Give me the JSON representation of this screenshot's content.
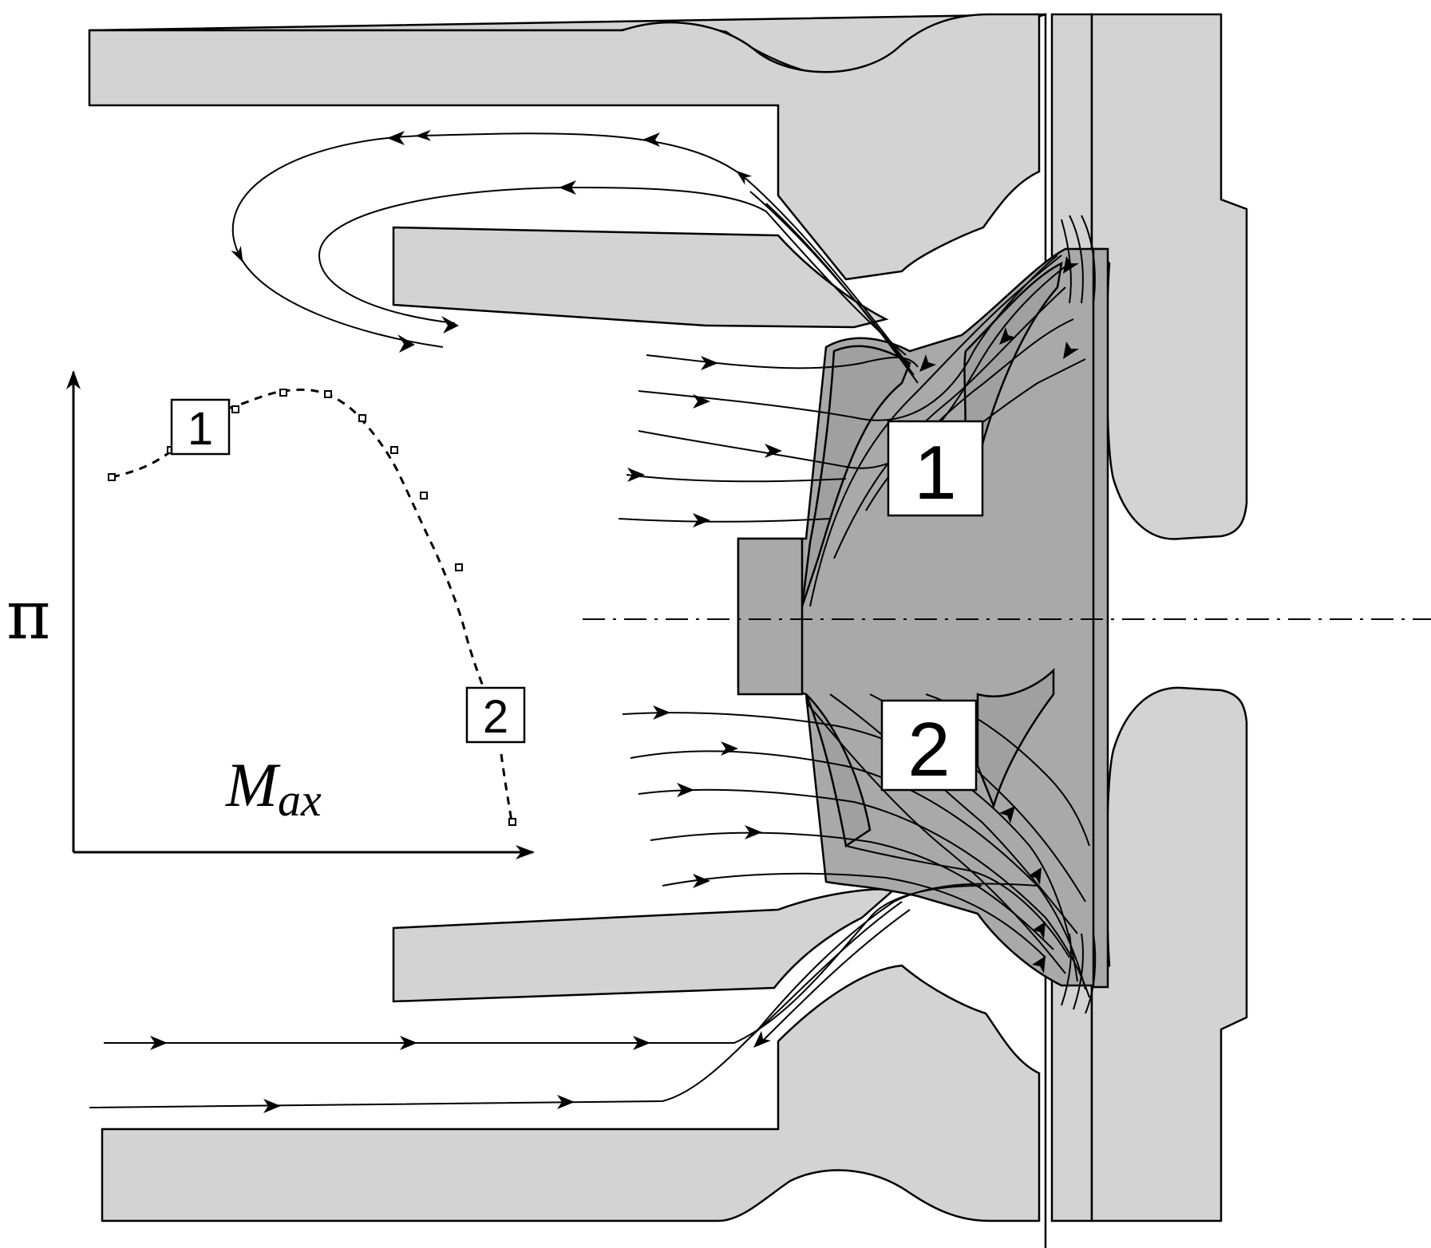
{
  "diagram": {
    "y_axis_symbol": "π",
    "x_axis_label_main": "M",
    "x_axis_label_sub": "ax",
    "curve_markers": [
      {
        "id": "marker-1",
        "text": "1"
      },
      {
        "id": "marker-2",
        "text": "2"
      }
    ],
    "impeller_markers": [
      {
        "id": "impeller-marker-1",
        "text": "1"
      },
      {
        "id": "impeller-marker-2",
        "text": "2"
      }
    ]
  },
  "colors": {
    "casing_fill": "#d3d3d3",
    "impeller_fill": "#a9a9a9",
    "line": "#000000",
    "background": "#ffffff"
  }
}
